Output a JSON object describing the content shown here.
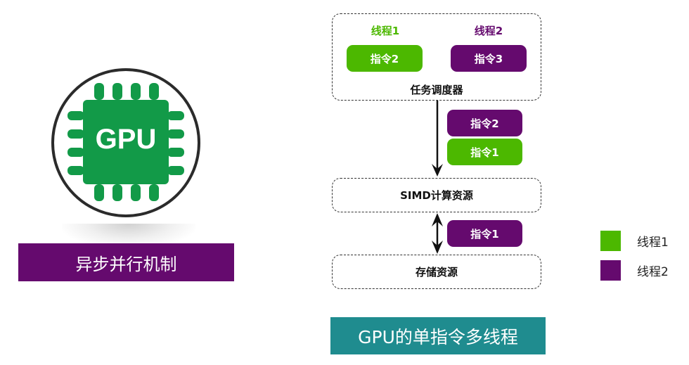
{
  "colors": {
    "thread1": "#4cb800",
    "thread2": "#650a6e",
    "teal": "#1f8c8f",
    "chip_green": "#129a48"
  },
  "left": {
    "icon_text": "GPU",
    "caption": "异步并行机制"
  },
  "scheduler": {
    "thread1_label": "线程1",
    "thread2_label": "线程2",
    "thread1_instr": "指令2",
    "thread2_instr": "指令3",
    "title": "任务调度器"
  },
  "flow1": {
    "instr_top": "指令2",
    "instr_bottom": "指令1"
  },
  "simd": {
    "title": "SIMD计算资源"
  },
  "flow2": {
    "instr": "指令1"
  },
  "storage": {
    "title": "存储资源"
  },
  "legend": [
    {
      "label": "线程1"
    },
    {
      "label": "线程2"
    }
  ],
  "bottom_caption": "GPU的单指令多线程"
}
